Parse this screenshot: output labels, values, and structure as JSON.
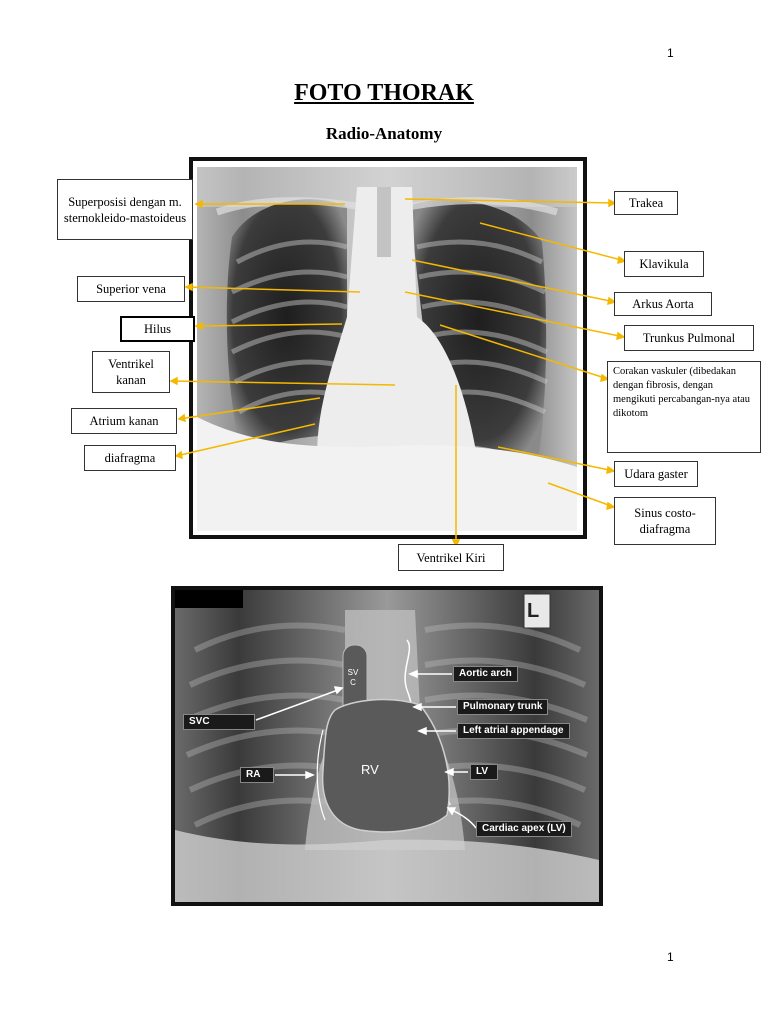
{
  "page": {
    "number_top": "1",
    "number_bottom": "1"
  },
  "header": {
    "title": "FOTO THORAK",
    "subtitle": "Radio-Anatomy"
  },
  "figure1": {
    "labels": {
      "superposisi": "Superposisi dengan m. sternokleido-mastoideus",
      "superior_vena": "Superior vena",
      "hilus": "Hilus",
      "ventrikel_kanan": "Ventrikel kanan",
      "atrium_kanan": "Atrium kanan",
      "diafragma": "diafragma",
      "trakea": "Trakea",
      "klavikula": "Klavikula",
      "arkus_aorta": "Arkus Aorta",
      "trunkus_pulmonal": "Trunkus Pulmonal",
      "corakan": "Corakan vaskuler (dibedakan dengan fibrosis, dengan mengikuti percabangan-nya atau dikotom",
      "udara_gaster": "Udara gaster",
      "sinus": "Sinus costo-diafragma",
      "ventrikel_kiri": "Ventrikel Kiri"
    },
    "colors": {
      "pointer": "#f5b800",
      "film_dark": "#2a2a2a",
      "film_light": "#e9e9e9"
    }
  },
  "figure2": {
    "corner_marker": "L",
    "svc_vertical": "SVC",
    "heart_label": "RV",
    "labels": {
      "aortic_arch": "Aortic arch",
      "pulmonary_trunk": "Pulmonary trunk",
      "left_atrial_appendage": "Left atrial appendage",
      "svc": "SVC",
      "ra": "RA",
      "lv": "LV",
      "cardiac_apex": "Cardiac apex (LV)"
    },
    "colors": {
      "heart_fill": "#5a5a5a",
      "arrow": "#ffffff"
    }
  }
}
